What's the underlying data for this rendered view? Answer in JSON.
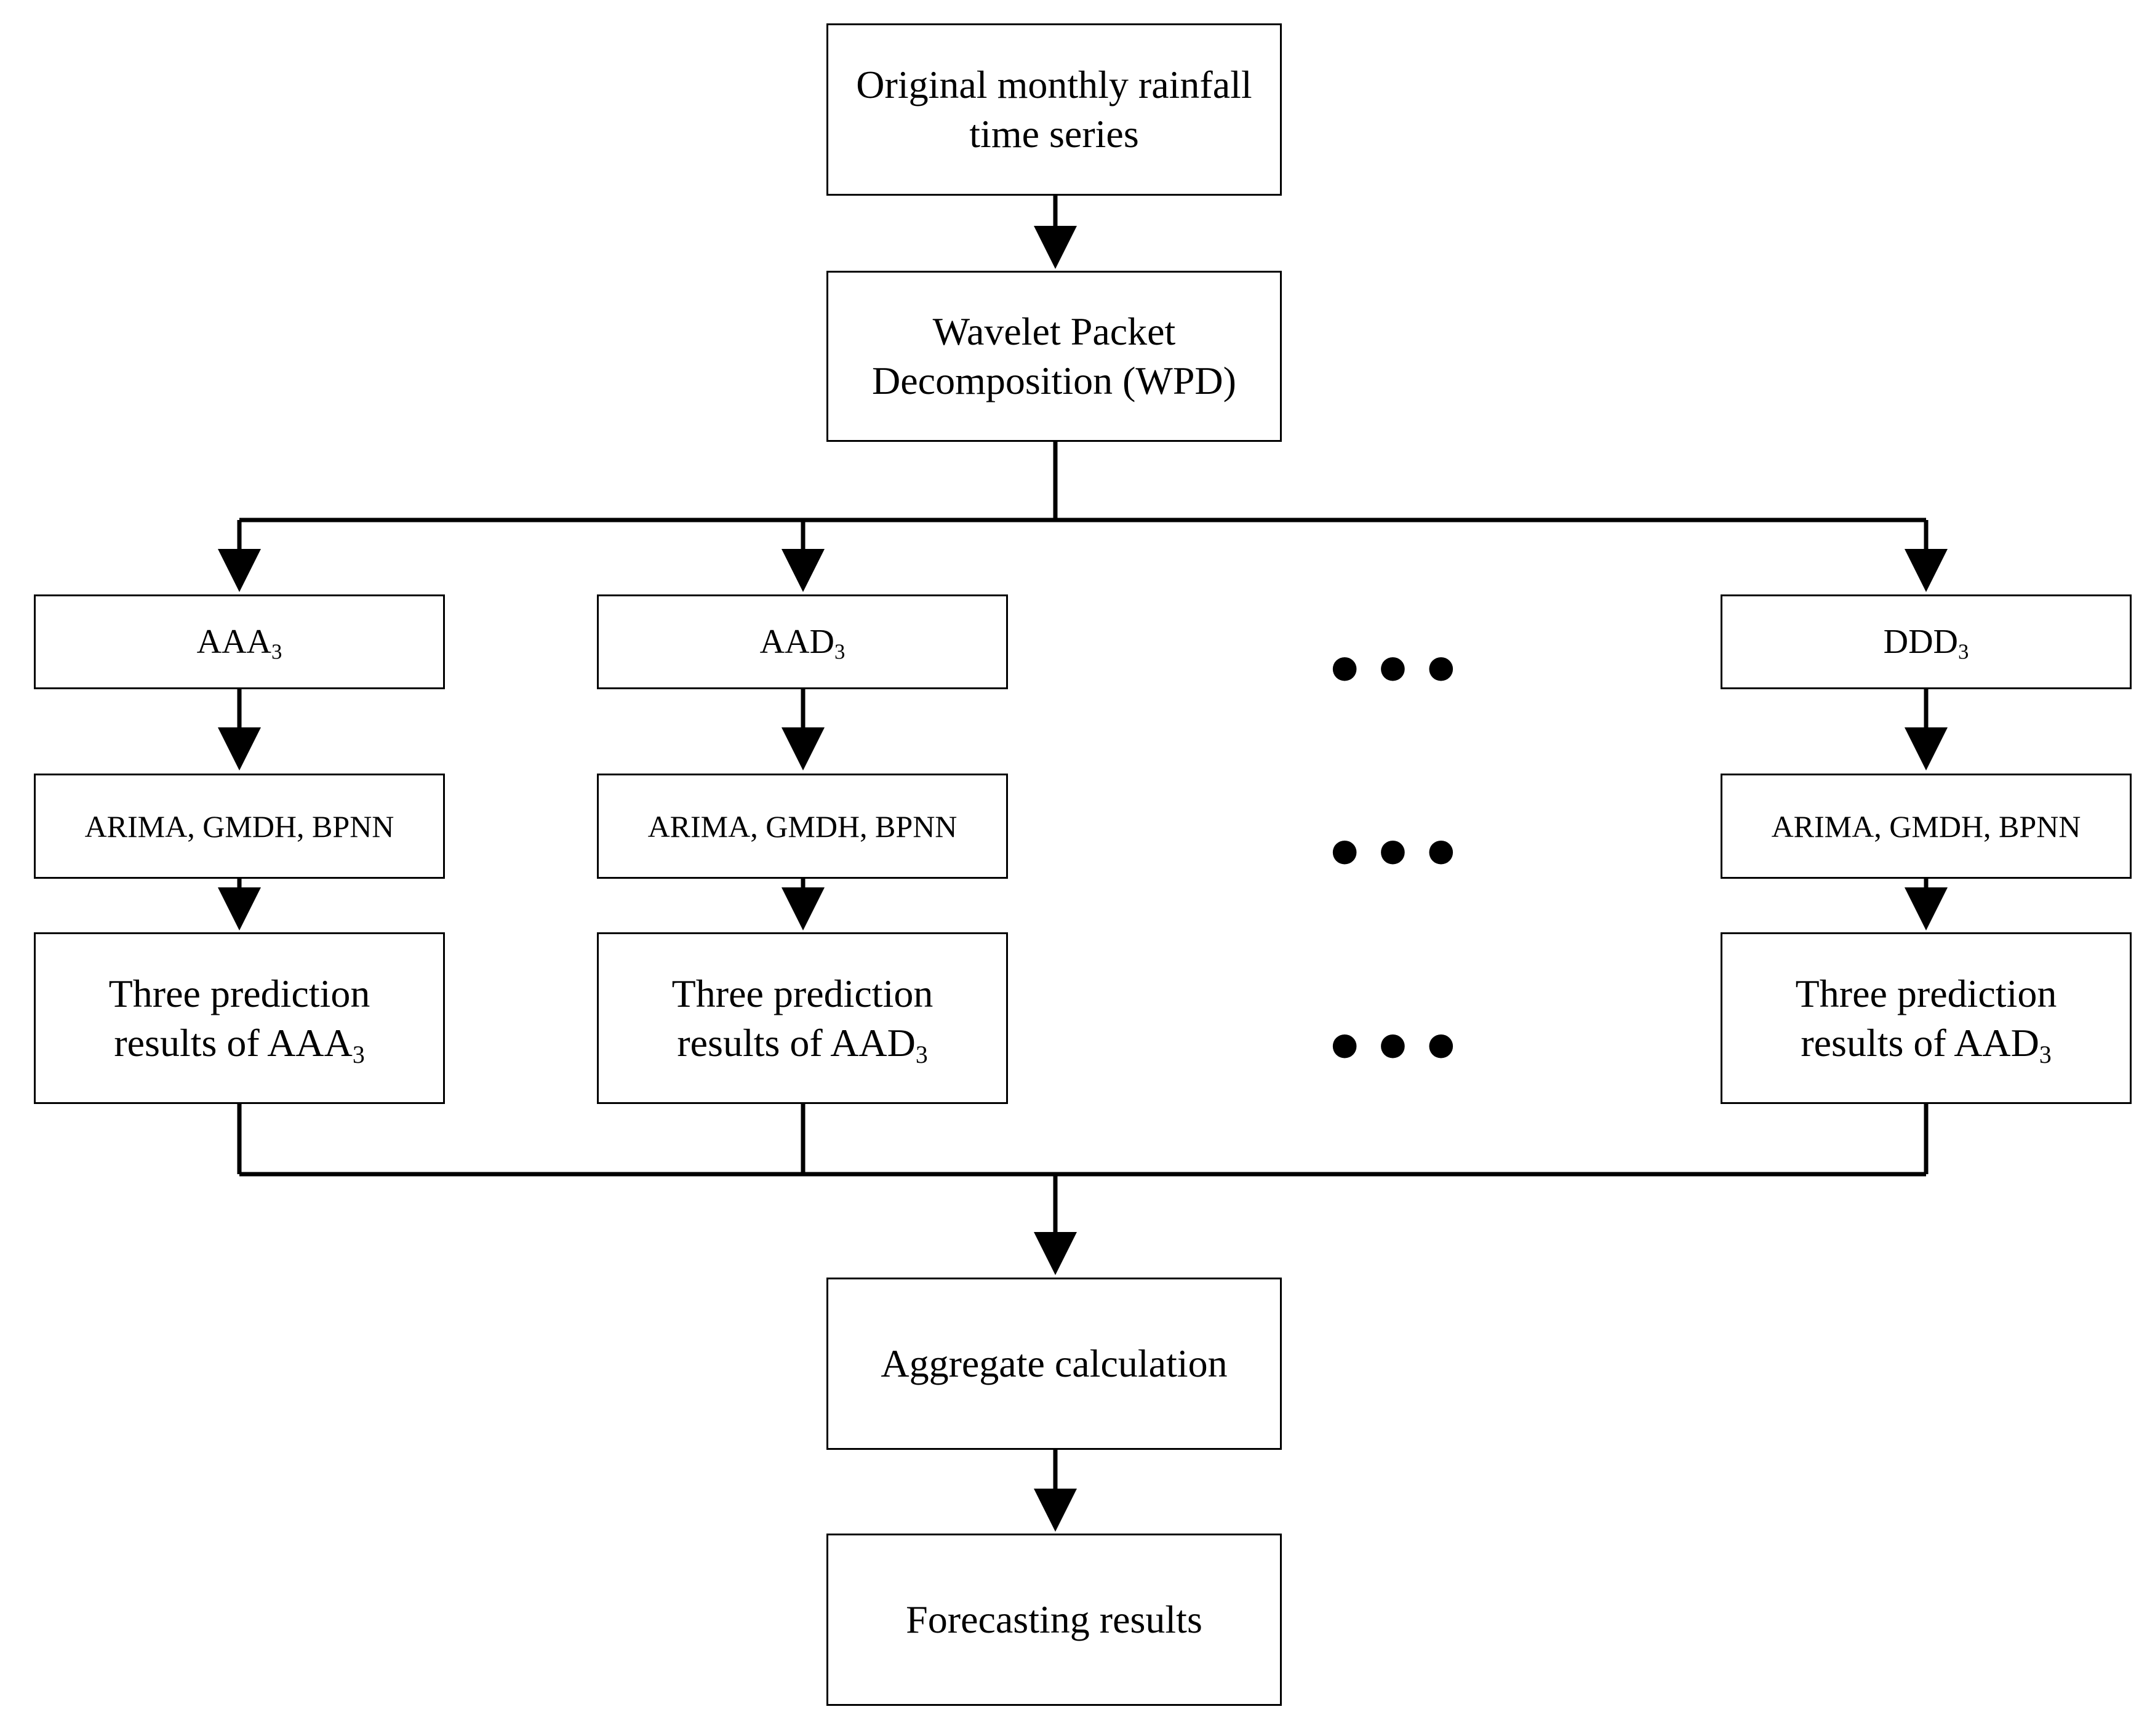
{
  "nodes": {
    "original": {
      "line1": "Original monthly rainfall",
      "line2": "time series"
    },
    "wpd": {
      "line1": "Wavelet Packet",
      "line2": "Decomposition (WPD)"
    },
    "branches": [
      {
        "component": "AAA",
        "sub": "3",
        "models": "ARIMA, GMDH, BPNN",
        "result_line1": "Three prediction",
        "result_line2": "results of AAA",
        "result_sub": "3"
      },
      {
        "component": "AAD",
        "sub": "3",
        "models": "ARIMA, GMDH, BPNN",
        "result_line1": "Three prediction",
        "result_line2": "results of AAD",
        "result_sub": "3"
      },
      {
        "component": "DDD",
        "sub": "3",
        "models": "ARIMA, GMDH, BPNN",
        "result_line1": "Three prediction",
        "result_line2": "results of AAD",
        "result_sub": "3"
      }
    ],
    "ellipsis": "•••",
    "aggregate": "Aggregate calculation",
    "forecast": "Forecasting results"
  }
}
